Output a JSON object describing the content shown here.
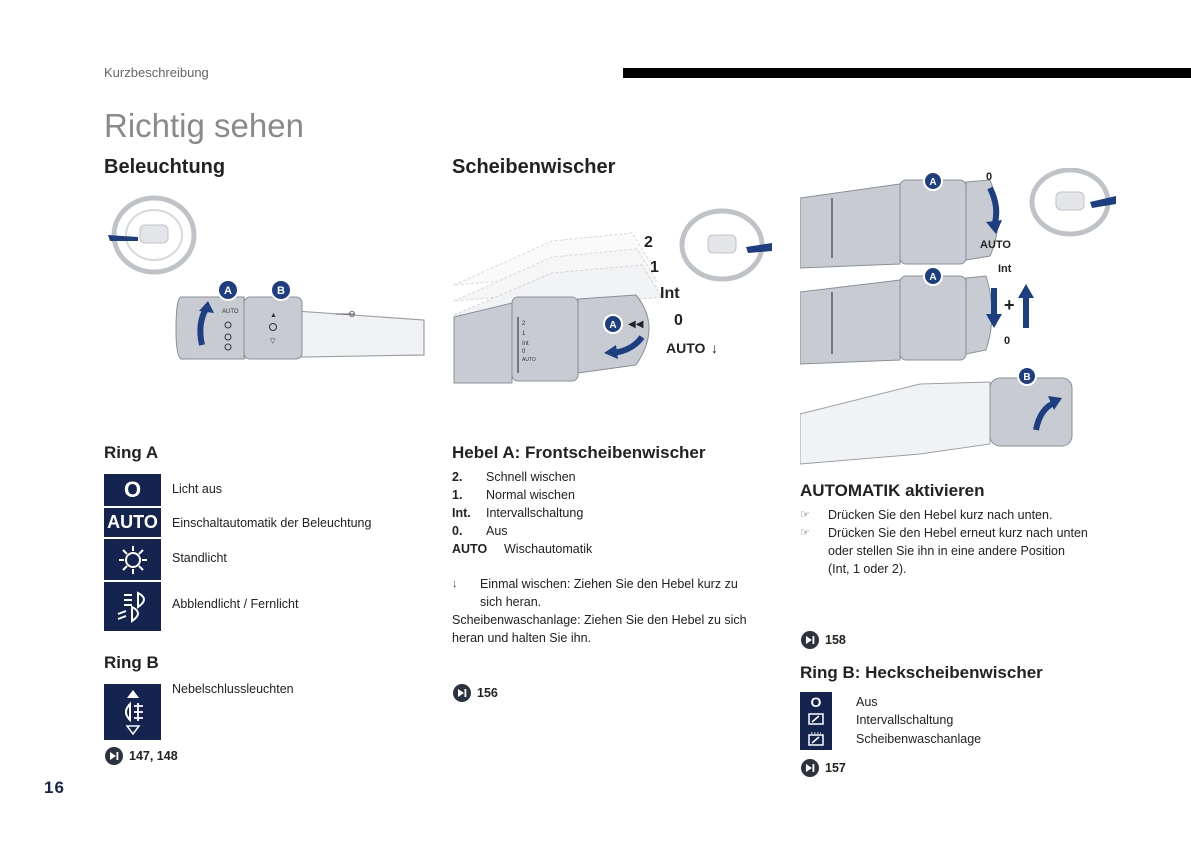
{
  "header": {
    "section": "Kurzbeschreibung",
    "title": "Richtig sehen"
  },
  "lighting": {
    "heading": "Beleuchtung",
    "ring_a": {
      "heading": "Ring A",
      "items": [
        {
          "icon": "O",
          "label": "Licht aus"
        },
        {
          "icon": "AUTO",
          "label": "Einschaltautomatik der Beleuchtung"
        },
        {
          "icon": "sidelight-icon",
          "label": "Standlicht"
        },
        {
          "icon": "dipped-main-beam-icon",
          "label": "Abblendlicht / Fernlicht"
        }
      ]
    },
    "ring_b": {
      "heading": "Ring B",
      "items": [
        {
          "icon": "rear-fog-icon",
          "label": "Nebelschlussleuchten"
        }
      ],
      "ref": "147, 148"
    },
    "diagram_labels": {
      "a": "A",
      "b": "B"
    }
  },
  "wipers": {
    "heading": "Scheibenwischer",
    "diagram_labels": {
      "pos2": "2",
      "pos1": "1",
      "int": "Int",
      "pos0": "0",
      "auto": "AUTO",
      "a": "A"
    },
    "lever_a": {
      "heading": "Hebel A: Frontscheibenwischer",
      "items": [
        {
          "key": "2.",
          "value": "Schnell wischen"
        },
        {
          "key": "1.",
          "value": "Normal wischen"
        },
        {
          "key": "Int.",
          "value": "Intervallschaltung"
        },
        {
          "key": "0.",
          "value": "Aus"
        },
        {
          "key": "AUTO",
          "value": "Wischautomatik"
        }
      ],
      "single_wipe_line1": "Einmal wischen: Ziehen Sie den Hebel kurz zu",
      "single_wipe_line2": "sich heran.",
      "washer_line1": "Scheibenwaschanlage: Ziehen Sie den Hebel zu sich",
      "washer_line2": "heran und halten Sie ihn.",
      "ref": "156"
    }
  },
  "auto": {
    "diagram_labels": {
      "a1": "A",
      "zero1": "0",
      "auto": "AUTO",
      "int": "Int",
      "a2": "A",
      "zero2": "0",
      "b": "B"
    },
    "heading": "AUTOMATIK aktivieren",
    "line1": "Drücken Sie den Hebel kurz nach unten.",
    "line2": "Drücken Sie den Hebel erneut kurz nach unten",
    "line3": "oder stellen Sie ihn in eine andere Position",
    "line4": "(Int, 1 oder 2).",
    "ref": "158"
  },
  "rear_wiper": {
    "heading": "Ring B: Heckscheibenwischer",
    "items": [
      {
        "icon": "O",
        "label": "Aus"
      },
      {
        "icon": "intermittent-rear-wipe-icon",
        "label": "Intervallschaltung"
      },
      {
        "icon": "rear-washer-icon",
        "label": "Scheibenwaschanlage"
      }
    ],
    "ref": "157"
  },
  "page_number": "16",
  "colors": {
    "navy": "#14244f",
    "grey_title": "#8a8a8a",
    "lever": "#c8ccd2"
  }
}
